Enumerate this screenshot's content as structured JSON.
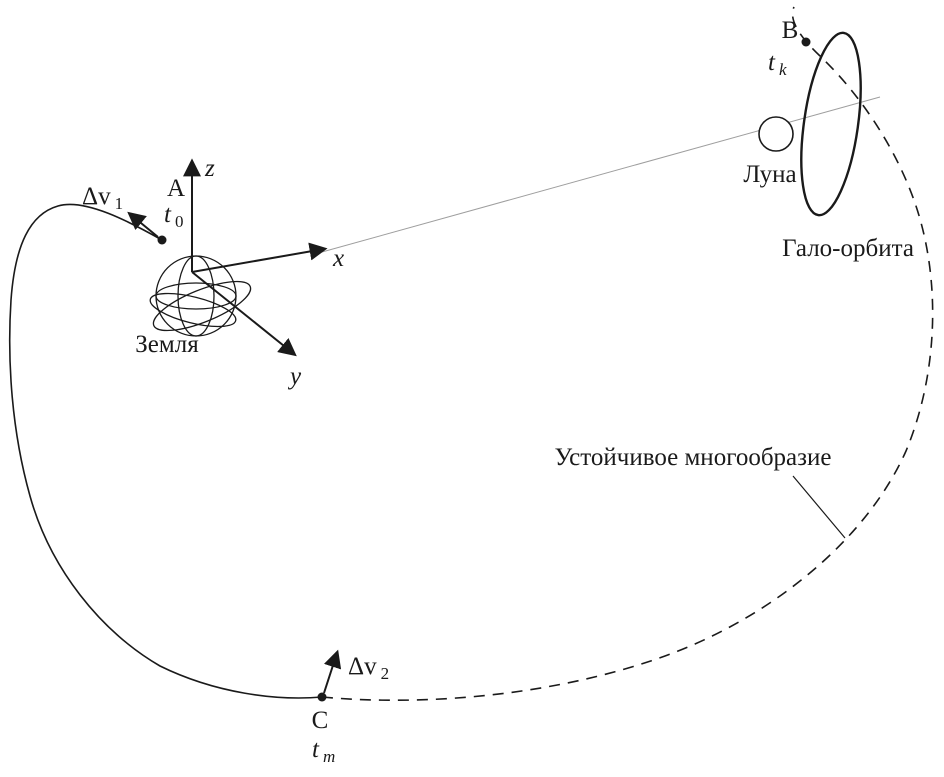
{
  "diagram": {
    "description": "Earth-to-Moon halo-orbit transfer trajectory scheme",
    "background": "#ffffff",
    "colors": {
      "primary_stroke": "#1a1a1a",
      "reference_line": "#9e9e9e"
    },
    "labels": {
      "earth": "Земля",
      "moon": "Луна",
      "halo_orbit": "Гало-орбита",
      "stable_manifold": "Устойчивое многообразие",
      "axis_x": "x",
      "axis_y": "y",
      "axis_z": "z",
      "point_a": "A",
      "point_b": "B",
      "point_c": "C",
      "t0": {
        "base": "t",
        "sub": "0"
      },
      "tk": {
        "base": "t",
        "sub": "k"
      },
      "tm": {
        "base": "t",
        "sub": "m"
      },
      "dv1": {
        "base": "Δv",
        "sub": "1"
      },
      "dv2": {
        "base": "Δv",
        "sub": "2"
      }
    }
  }
}
